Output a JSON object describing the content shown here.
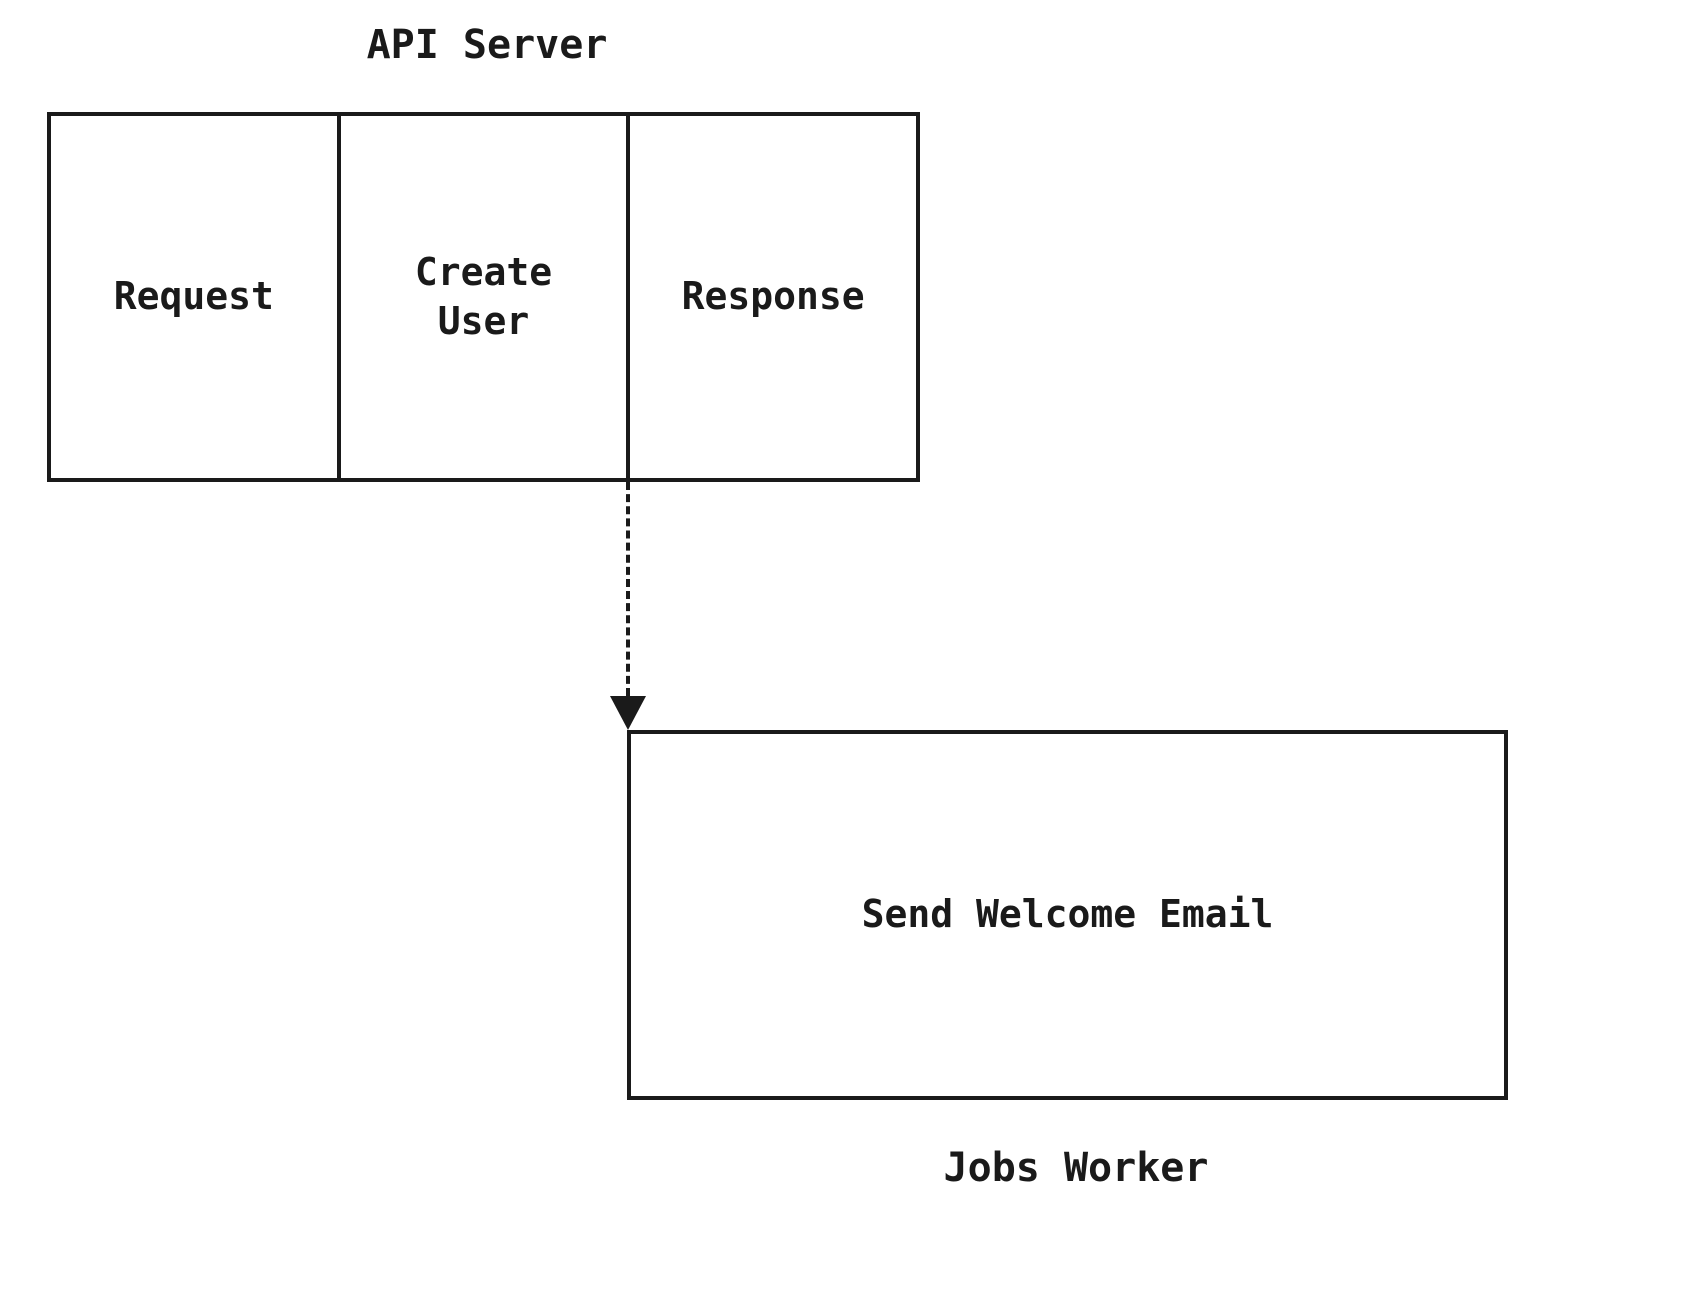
{
  "diagram": {
    "api_server": {
      "title": "API Server",
      "boxes": [
        {
          "label": "Request"
        },
        {
          "label": "Create\nUser"
        },
        {
          "label": "Response"
        }
      ]
    },
    "jobs_worker": {
      "title": "Jobs Worker",
      "box_label": "Send Welcome Email"
    },
    "colors": {
      "stroke": "#1a1a1a",
      "background": "#ffffff"
    }
  }
}
